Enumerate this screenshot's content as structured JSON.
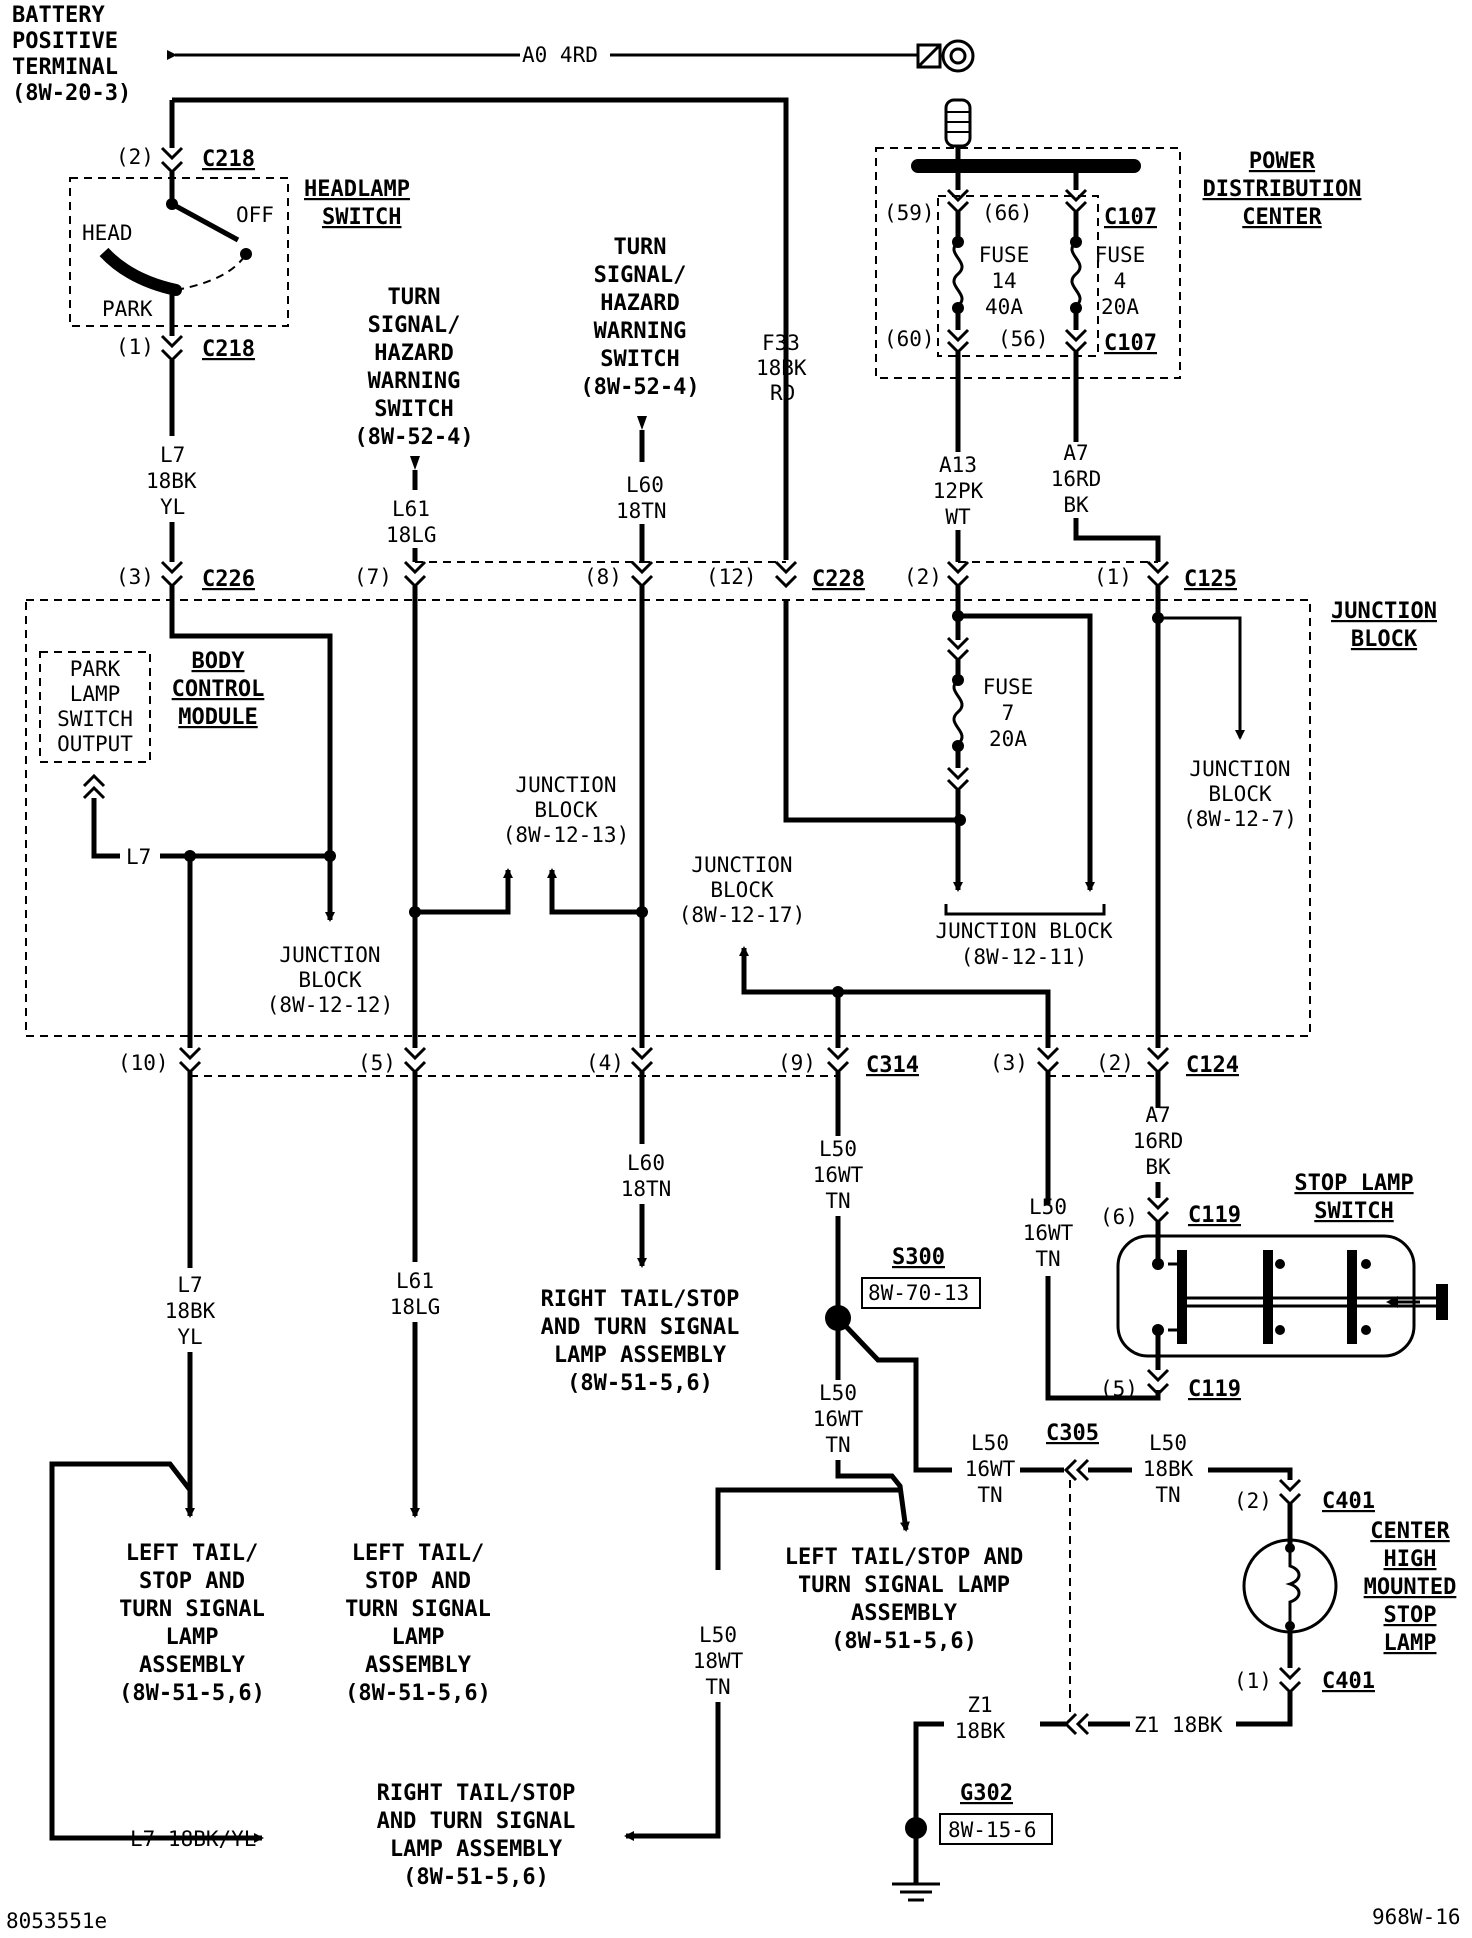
{
  "diagram": {
    "battery": {
      "lines": [
        "BATTERY",
        "POSITIVE",
        "TERMINAL",
        "(8W-20-3)"
      ],
      "wire": "A0 4RD"
    },
    "headlamp_switch": {
      "title": [
        "HEADLAMP",
        "SWITCH"
      ],
      "connector": "C218",
      "pin_top": "(2)",
      "pin_bottom": "(1)",
      "pos_head": "HEAD",
      "pos_off": "OFF",
      "pos_park": "PARK"
    },
    "tshw_left": {
      "lines": [
        "TURN",
        "SIGNAL/",
        "HAZARD",
        "WARNING",
        "SWITCH",
        "(8W-52-4)"
      ]
    },
    "tshw_right": {
      "lines": [
        "TURN",
        "SIGNAL/",
        "HAZARD",
        "WARNING",
        "SWITCH",
        "(8W-52-4)"
      ]
    },
    "pdc": {
      "title": [
        "POWER",
        "DISTRIBUTION",
        "CENTER"
      ],
      "connector": "C107",
      "pin_59": "(59)",
      "pin_66": "(66)",
      "pin_60": "(60)",
      "pin_56": "(56)",
      "fuse14": [
        "FUSE",
        "14",
        "40A"
      ],
      "fuse4": [
        "FUSE",
        "4",
        "20A"
      ]
    },
    "wires": {
      "l7_top": [
        "L7",
        "18BK",
        "YL"
      ],
      "l61_top": [
        "L61",
        "18LG"
      ],
      "l60_top": [
        "L60",
        "18TN"
      ],
      "f33": [
        "F33",
        "18BK",
        "RD"
      ],
      "a13": [
        "A13",
        "12PK",
        "WT"
      ],
      "a7_top": [
        "A7",
        "16RD",
        "BK"
      ],
      "l7_inner": "L7",
      "l7_bottom": [
        "L7",
        "18BK",
        "YL"
      ],
      "l61_bottom": [
        "L61",
        "18LG"
      ],
      "l60_bottom": [
        "L60",
        "18TN"
      ],
      "l50_a": [
        "L50",
        "16WT",
        "TN"
      ],
      "l50_b": [
        "L50",
        "16WT",
        "TN"
      ],
      "l50_c": [
        "L50",
        "16WT",
        "TN"
      ],
      "l50_d": [
        "L50",
        "16WT",
        "TN"
      ],
      "l50_e": [
        "L50",
        "18BK",
        "TN"
      ],
      "l50_f": [
        "L50",
        "18WT",
        "TN"
      ],
      "a7_bottom": [
        "A7",
        "16RD",
        "BK"
      ],
      "z1_left": [
        "Z1",
        "18BK"
      ],
      "z1_right": "Z1 18BK",
      "l7_loop": "L7 18BK/YL"
    },
    "connectors_top": {
      "c226_pin": "(3)",
      "c226": "C226",
      "c228_pin7": "(7)",
      "c228_pin8": "(8)",
      "c228_pin12": "(12)",
      "c228": "C228",
      "c125_pin2": "(2)",
      "c125_pin1": "(1)",
      "c125": "C125"
    },
    "junction_block": {
      "title": [
        "JUNCTION",
        "BLOCK"
      ],
      "bcm": [
        "BODY",
        "CONTROL",
        "MODULE"
      ],
      "park_output": [
        "PARK",
        "LAMP",
        "SWITCH",
        "OUTPUT"
      ],
      "fuse7": [
        "FUSE",
        "7",
        "20A"
      ],
      "jb_12_7": [
        "JUNCTION",
        "BLOCK",
        "(8W-12-7)"
      ],
      "jb_12_13": [
        "JUNCTION",
        "BLOCK",
        "(8W-12-13)"
      ],
      "jb_12_17": [
        "JUNCTION",
        "BLOCK",
        "(8W-12-17)"
      ],
      "jb_12_11": [
        "JUNCTION BLOCK",
        "(8W-12-11)"
      ],
      "jb_12_12": [
        "JUNCTION",
        "BLOCK",
        "(8W-12-12)"
      ]
    },
    "connectors_bottom": {
      "pin10": "(10)",
      "pin5": "(5)",
      "pin4": "(4)",
      "pin9": "(9)",
      "c314": "C314",
      "pin3": "(3)",
      "pin2": "(2)",
      "c124": "C124"
    },
    "splice": {
      "name": "S300",
      "ref": "8W-70-13"
    },
    "stop_lamp_switch": {
      "title": [
        "STOP LAMP",
        "SWITCH"
      ],
      "connector": "C119",
      "pin6": "(6)",
      "pin5": "(5)"
    },
    "c305": "C305",
    "chmsl": {
      "title": [
        "CENTER",
        "HIGH",
        "MOUNTED",
        "STOP",
        "LAMP"
      ],
      "connector": "C401",
      "pin2": "(2)",
      "pin1": "(1)"
    },
    "ground": {
      "name": "G302",
      "ref": "8W-15-6"
    },
    "loads": {
      "right_tail_top": [
        "RIGHT TAIL/STOP",
        "AND TURN SIGNAL",
        "LAMP ASSEMBLY",
        "(8W-51-5,6)"
      ],
      "left_tail_1": [
        "LEFT TAIL/",
        "STOP AND",
        "TURN SIGNAL",
        "LAMP",
        "ASSEMBLY",
        "(8W-51-5,6)"
      ],
      "left_tail_2": [
        "LEFT TAIL/",
        "STOP AND",
        "TURN SIGNAL",
        "LAMP",
        "ASSEMBLY",
        "(8W-51-5,6)"
      ],
      "left_tail_3": [
        "LEFT TAIL/STOP AND",
        "TURN SIGNAL LAMP",
        "ASSEMBLY",
        "(8W-51-5,6)"
      ],
      "right_tail_bottom": [
        "RIGHT TAIL/STOP",
        "AND TURN SIGNAL",
        "LAMP ASSEMBLY",
        "(8W-51-5,6)"
      ]
    },
    "footer": {
      "left": "8053551e",
      "right": "968W-16"
    }
  }
}
